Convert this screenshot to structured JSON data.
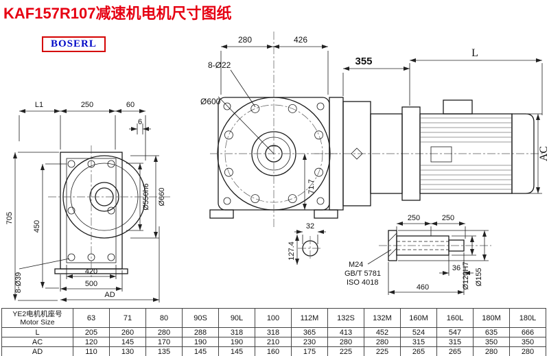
{
  "title": "KAF157R107减速机电机尺寸图纸",
  "logo": "BOSERL",
  "colors": {
    "title_red": "#e60012",
    "logo_blue": "#0008c7",
    "logo_border_red": "#d40000",
    "line_black": "#1a1a1a"
  },
  "front_view": {
    "dim_l1": "L1",
    "dim_250": "250",
    "dim_60": "60",
    "dim_6": "6",
    "dim_705": "705",
    "dim_450": "450",
    "dim_8d39": "8-Ø39",
    "dim_420": "420",
    "dim_500": "500",
    "dim_ad": "AD",
    "dim_d550": "Ø550h6",
    "dim_d660": "Ø660"
  },
  "flange_view": {
    "dim_280": "280",
    "dim_426": "426",
    "dim_8d22": "8-Ø22",
    "dim_d600": "Ø600",
    "dim_71_7": "71.7",
    "dim_32": "32",
    "dim_127_4": "127.4"
  },
  "side_view": {
    "dim_355": "355",
    "dim_l": "L",
    "dim_ac": "AC"
  },
  "shaft_detail": {
    "dim_250_a": "250",
    "dim_250_b": "250",
    "thread_label": "M24",
    "standard_gb": "GB/T 5781",
    "standard_iso": "ISO 4018",
    "dim_36": "36",
    "dim_460": "460",
    "dim_d120": "Ø120H7",
    "dim_d155": "Ø155"
  },
  "table": {
    "header_cn": "YE2电机机座号",
    "header_en": "Motor Size",
    "sizes": [
      "63",
      "71",
      "80",
      "90S",
      "90L",
      "100",
      "112M",
      "132S",
      "132M",
      "160M",
      "160L",
      "180M",
      "180L"
    ],
    "rows": [
      {
        "label": "L",
        "values": [
          "205",
          "260",
          "280",
          "288",
          "318",
          "318",
          "365",
          "413",
          "452",
          "524",
          "547",
          "635",
          "666"
        ]
      },
      {
        "label": "AC",
        "values": [
          "120",
          "145",
          "170",
          "190",
          "190",
          "210",
          "230",
          "280",
          "280",
          "315",
          "315",
          "350",
          "350"
        ]
      },
      {
        "label": "AD",
        "values": [
          "110",
          "130",
          "135",
          "145",
          "145",
          "160",
          "175",
          "225",
          "225",
          "265",
          "265",
          "280",
          "280"
        ]
      }
    ]
  }
}
